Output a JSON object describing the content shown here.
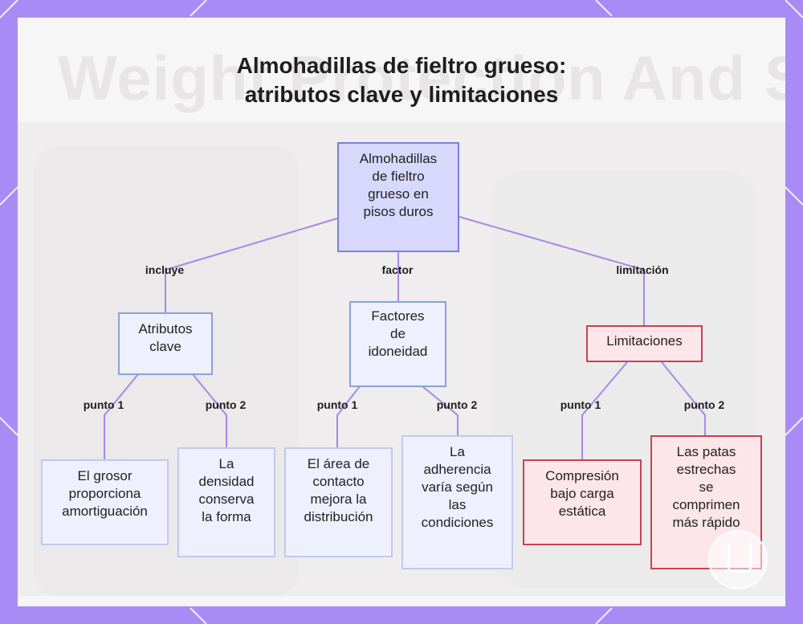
{
  "title": {
    "line1": "Almohadillas de fieltro grueso:",
    "line2": "atributos clave y limitaciones"
  },
  "background_text": "Weight Protection And Stability",
  "colors": {
    "frame": "#a98bf5",
    "root_fill": "#d8d8fd",
    "root_border": "#7c7fd6",
    "node_fill": "#eef1fd",
    "node_border": "#8aa2d8",
    "limit_fill": "#fde6ea",
    "limit_border": "#c8424f",
    "connector": "#a48ae6"
  },
  "nodes": {
    "root": {
      "lines": [
        "Almohadillas",
        "de fieltro",
        "grueso en",
        "pisos duros"
      ]
    },
    "atributos": {
      "lines": [
        "Atributos",
        "clave"
      ]
    },
    "factores": {
      "lines": [
        "Factores",
        "de",
        "idoneidad"
      ]
    },
    "limitaciones": {
      "lines": [
        "Limitaciones"
      ]
    },
    "grosor": {
      "lines": [
        "El grosor",
        "proporciona",
        "amortiguación"
      ]
    },
    "densidad": {
      "lines": [
        "La",
        "densidad",
        "conserva",
        "la forma"
      ]
    },
    "area": {
      "lines": [
        "El área de",
        "contacto",
        "mejora la",
        "distribución"
      ]
    },
    "adherencia": {
      "lines": [
        "La",
        "adherencia",
        "varía según",
        "las",
        "condiciones"
      ]
    },
    "compresion": {
      "lines": [
        "Compresión",
        "bajo carga",
        "estática"
      ]
    },
    "patas": {
      "lines": [
        "Las patas",
        "estrechas",
        "se",
        "comprimen",
        "más rápido"
      ]
    }
  },
  "edges": {
    "incluye": "incluye",
    "factor": "factor",
    "limitacion": "limitación",
    "a_p1": "punto 1",
    "a_p2": "punto 2",
    "f_p1": "punto 1",
    "f_p2": "punto 2",
    "l_p1": "punto 1",
    "l_p2": "punto 2"
  }
}
